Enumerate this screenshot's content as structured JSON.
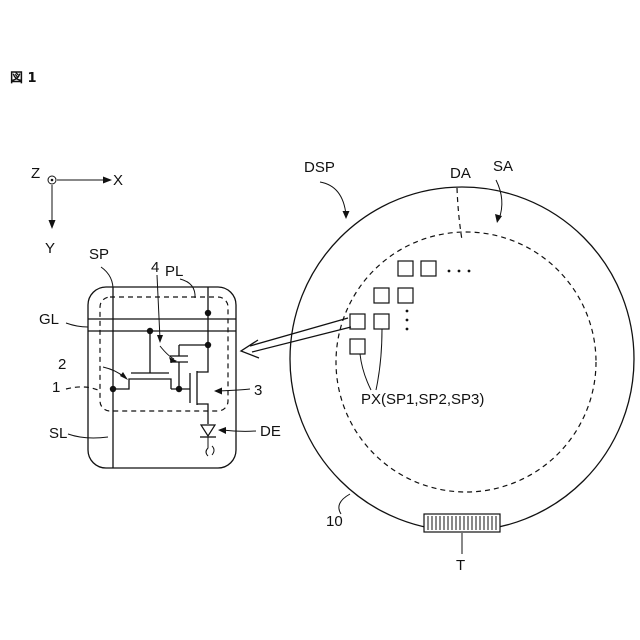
{
  "figure": {
    "title": "図 1"
  },
  "axes": {
    "z": "Z",
    "x": "X",
    "y": "Y"
  },
  "labels": {
    "dsp": "DSP",
    "da": "DA",
    "sa": "SA",
    "sp": "SP",
    "pl": "PL",
    "gl": "GL",
    "sl": "SL",
    "de": "DE",
    "ref4": "4",
    "ref2": "2",
    "ref1": "1",
    "ref3": "3",
    "ref10": "10",
    "t": "T",
    "px": "PX(SP1,SP2,SP3)"
  },
  "ellipsis_glyph": "• • •"
}
